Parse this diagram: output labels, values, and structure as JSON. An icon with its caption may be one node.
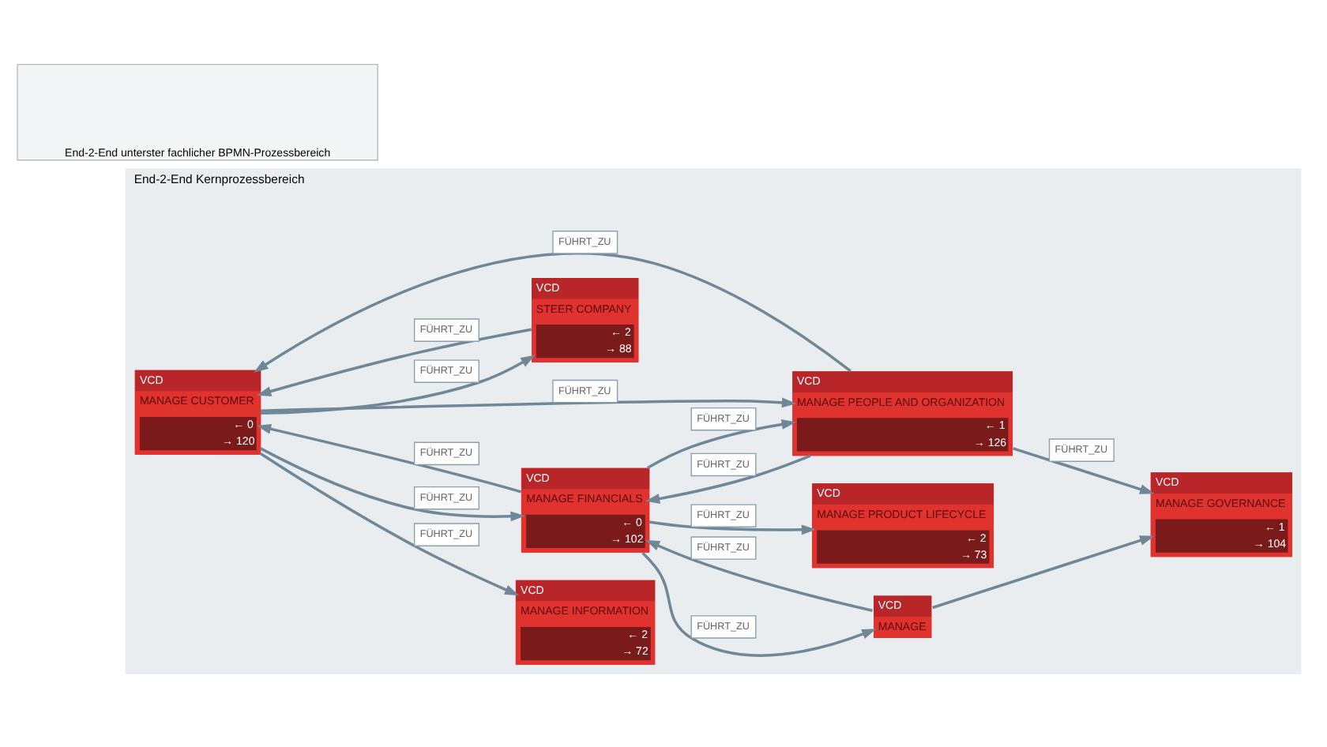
{
  "diagram": {
    "nodes": [
      {
        "text": [
          "End-2-End Kernprozessbereich"
        ]
      },
      {
        "text": [
          "VCD",
          "MANAGE CUSTOMER",
          "← 0",
          "→ 120"
        ],
        "in": 0
      },
      {
        "text": [
          "VCD",
          "MANAGE FINANCIALS",
          "← 0",
          "→ 102"
        ],
        "in": 0
      },
      {
        "text": [
          "VCD",
          "MANAGE INFORMATION",
          "← 2",
          "→ 72"
        ],
        "in": 0
      },
      {
        "text": [
          "VCD",
          "STEER COMPANY",
          "← 2",
          "→ 88"
        ],
        "in": 0
      },
      {
        "text": [
          "VCD",
          "MANAGE PEOPLE AND ORGANIZATION",
          "← 1",
          "→ 126"
        ],
        "in": 0
      },
      {
        "text": [
          "VCD",
          "MANAGE PRODUCT LIFECYCLE",
          "← 2",
          "→ 73"
        ],
        "in": 0
      },
      {
        "text": [
          "VCD",
          "MANAGE"
        ],
        "in": 0
      },
      {
        "text": [
          "VCD",
          "MANAGE GOVERNANCE",
          "← 1",
          "→ 104"
        ],
        "in": 0
      },
      {
        "text": [
          "End-2-End unterster fachlicher BPMN-Prozessbereich"
        ]
      }
    ],
    "edges": [
      {
        "from": 1,
        "to": 5,
        "label": "FÜHRT_ZU",
        "arrow": "to"
      },
      {
        "from": 5,
        "to": 1,
        "label": "FÜHRT_ZU",
        "arrow": "to"
      },
      {
        "from": 2,
        "to": 1,
        "label": "FÜHRT_ZU",
        "arrow": "to"
      },
      {
        "from": 1,
        "to": 2,
        "label": "FÜHRT_ZU",
        "arrow": "to"
      },
      {
        "from": 2,
        "to": 5,
        "label": "FÜHRT_ZU",
        "arrow": "to"
      },
      {
        "from": 5,
        "to": 2,
        "label": "FÜHRT_ZU",
        "arrow": "to"
      },
      {
        "from": 2,
        "to": 6,
        "label": "FÜHRT_ZU",
        "arrow": "to"
      },
      {
        "from": 2,
        "to": 7,
        "label": "FÜHRT_ZU",
        "arrow": "to"
      },
      {
        "from": 7,
        "to": 2,
        "label": "FÜHRT_ZU",
        "arrow": "to"
      },
      {
        "from": 1,
        "to": 3,
        "label": "FÜHRT_ZU",
        "arrow": "to"
      },
      {
        "from": 4,
        "to": 1,
        "label": "FÜHRT_ZU",
        "arrow": "to"
      },
      {
        "from": 1,
        "to": 4,
        "label": "FÜHRT_ZU",
        "arrow": "to"
      },
      {
        "from": 5,
        "to": 8,
        "label": "FÜHRT_ZU",
        "arrow": "to"
      },
      {
        "from": 7,
        "to": 8,
        "arrow": "to"
      }
    ]
  }
}
